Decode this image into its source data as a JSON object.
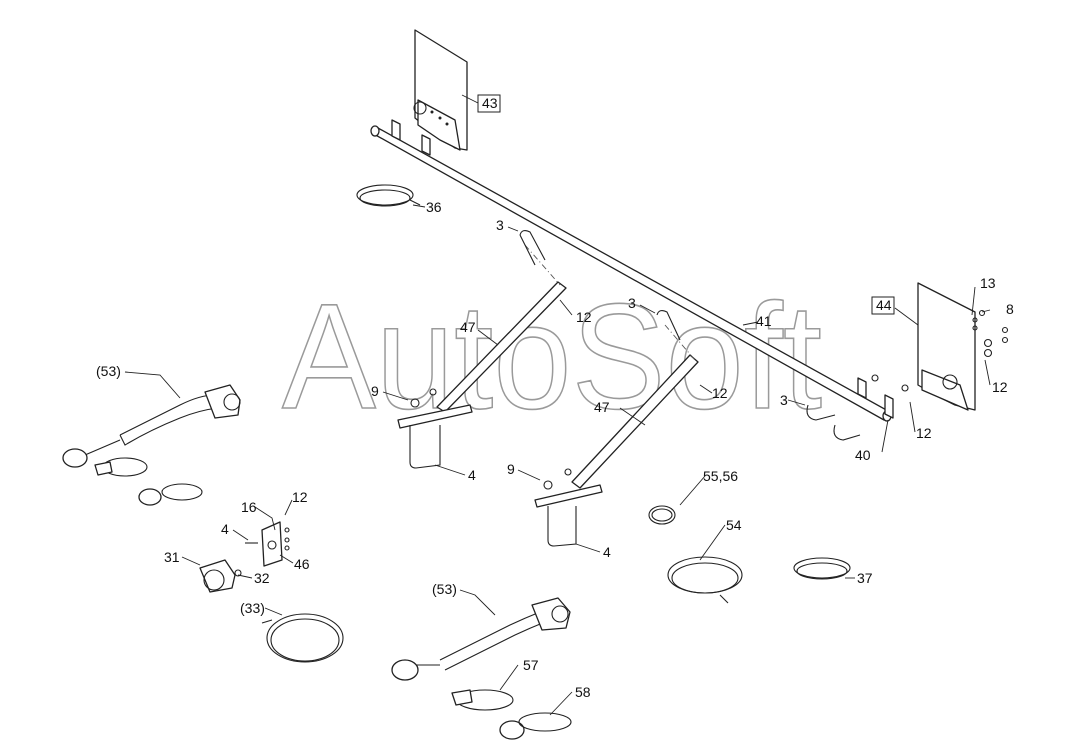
{
  "watermark": "AutoSoft",
  "callouts": [
    {
      "id": "43",
      "text": "43",
      "boxed": true
    },
    {
      "id": "44",
      "text": "44",
      "boxed": true
    },
    {
      "id": "36",
      "text": "36"
    },
    {
      "id": "3a",
      "text": "3"
    },
    {
      "id": "3b",
      "text": "3"
    },
    {
      "id": "3c",
      "text": "3"
    },
    {
      "id": "12a",
      "text": "12"
    },
    {
      "id": "12b",
      "text": "12"
    },
    {
      "id": "12c",
      "text": "12"
    },
    {
      "id": "12d",
      "text": "12"
    },
    {
      "id": "12e",
      "text": "12"
    },
    {
      "id": "47a",
      "text": "47"
    },
    {
      "id": "47b",
      "text": "47"
    },
    {
      "id": "41",
      "text": "41"
    },
    {
      "id": "13",
      "text": "13"
    },
    {
      "id": "8",
      "text": "8"
    },
    {
      "id": "53a",
      "text": "(53)"
    },
    {
      "id": "53b",
      "text": "(53)"
    },
    {
      "id": "9a",
      "text": "9"
    },
    {
      "id": "9b",
      "text": "9"
    },
    {
      "id": "4a",
      "text": "4"
    },
    {
      "id": "4b",
      "text": "4"
    },
    {
      "id": "4c",
      "text": "4"
    },
    {
      "id": "40",
      "text": "40"
    },
    {
      "id": "55_56",
      "text": "55,56"
    },
    {
      "id": "54",
      "text": "54"
    },
    {
      "id": "16",
      "text": "16"
    },
    {
      "id": "46",
      "text": "46"
    },
    {
      "id": "31",
      "text": "31"
    },
    {
      "id": "32",
      "text": "32"
    },
    {
      "id": "33",
      "text": "(33)"
    },
    {
      "id": "37",
      "text": "37"
    },
    {
      "id": "57",
      "text": "57"
    },
    {
      "id": "58",
      "text": "58"
    }
  ]
}
